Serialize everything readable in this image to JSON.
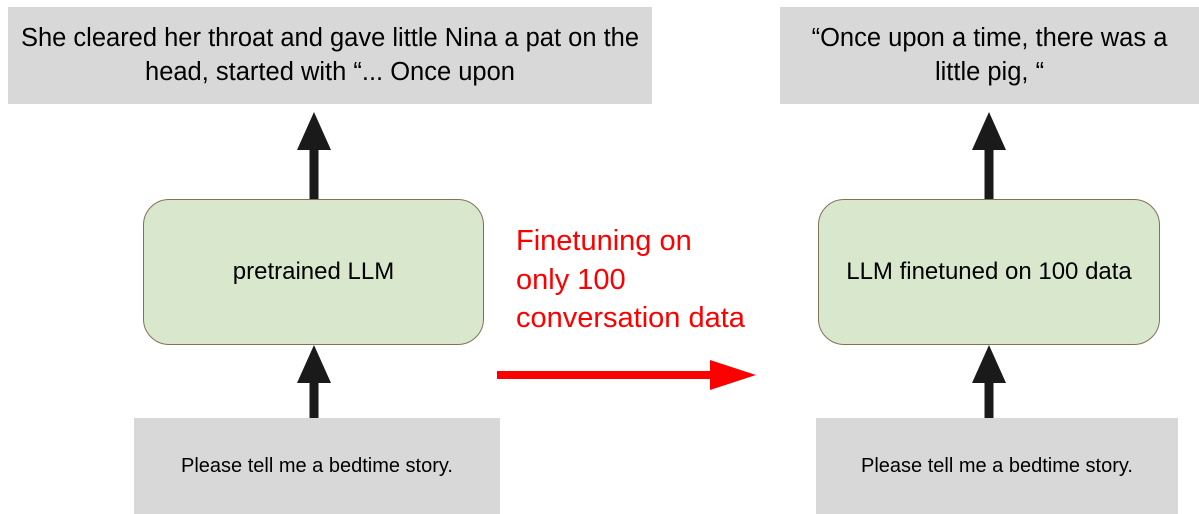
{
  "diagram": {
    "title": "LLM finetuning comparison",
    "colors": {
      "text_box_bg": "#d8d8d8",
      "model_box_bg": "#d9e8cd",
      "model_box_border": "#7d7458",
      "accent_red": "#fc0000",
      "arrow_black": "#1a1a1a"
    },
    "left_column": {
      "output_text": "She cleared her throat and gave little Nina a pat on the head, started with “... Once upon",
      "model_label": "pretrained LLM",
      "prompt_text": "Please tell me a bedtime story."
    },
    "right_column": {
      "output_text": "“Once upon a time, there was a little pig, “",
      "model_label": "LLM finetuned on 100 data",
      "prompt_text": "Please tell me a bedtime story."
    },
    "transition": {
      "caption": "Finetuning on\nonly 100\nconversation data",
      "arrow_icon": "right-arrow-icon"
    },
    "arrows": {
      "prompt_to_model_icon": "up-arrow-icon",
      "model_to_output_icon": "up-arrow-icon"
    }
  }
}
